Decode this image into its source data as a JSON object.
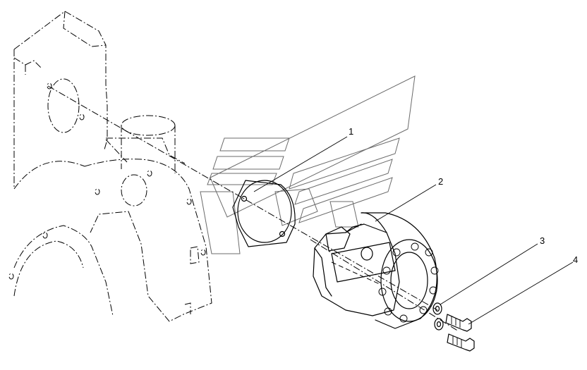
{
  "callouts": [
    {
      "label": "1"
    },
    {
      "label": "2"
    },
    {
      "label": "3"
    },
    {
      "label": "4"
    }
  ],
  "watermark": {
    "icon": "brand-logo-watermark"
  }
}
